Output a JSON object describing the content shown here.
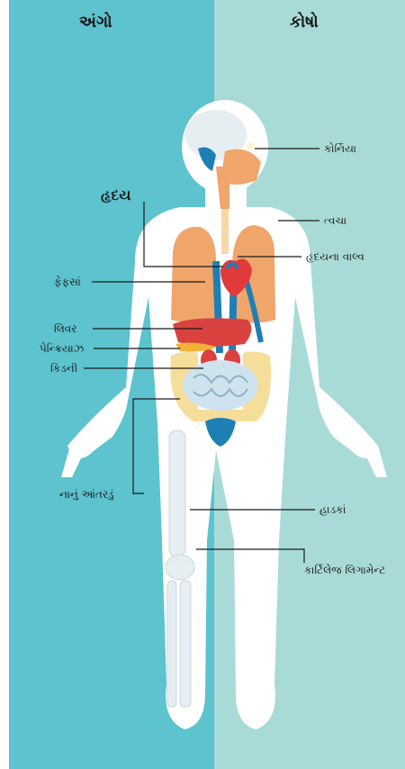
{
  "headers": {
    "left": "અંગો",
    "right": "કોષો"
  },
  "labels": {
    "cornea": "કોર્નિયા",
    "heart": "હૃદય",
    "skin": "ત્વચા",
    "heart_valve": "હૃદયના વાલ્વ",
    "lungs": "ફેફસાં",
    "liver": "લિવર",
    "pancreas": "પેન્ક્રિયાઝ",
    "kidney": "કિડની",
    "small_intestine": "નાનું આંતરડું",
    "bones": "હાડકાં",
    "cartilage_ligament": "કાર્ટિલેજ લિગામેન્ટ"
  },
  "colors": {
    "left_panel": "#5cc3cf",
    "right_panel": "#a8dbd8",
    "body": "#ffffff",
    "lungs": "#f0a56b",
    "liver": "#d9423f",
    "heart": "#e13a3a",
    "vessels": "#1e7fb5",
    "intestine": "#cfe3ee"
  }
}
